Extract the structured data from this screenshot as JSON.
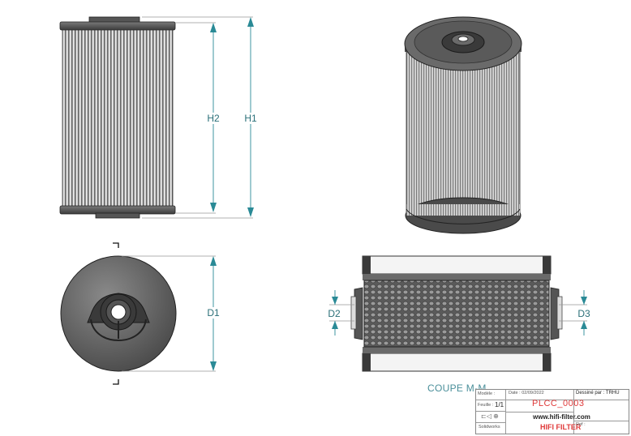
{
  "dimensions": {
    "h1": "H1",
    "h2": "H2",
    "d1": "D1",
    "d2": "D2",
    "d3": "D3"
  },
  "section_label": "COUPE M-M",
  "title_block": {
    "modele_label": "Modèle :",
    "date_label": "Date : 02/09/2022",
    "dessine_label": "Dessiné par : TRHU",
    "feuille_label": "Feuille :",
    "feuille_value": "1/1",
    "reference": "PLCC_0003",
    "website": "www.hifi-filter.com",
    "software": "Solidworks",
    "brand": "HIFI FILTER",
    "ref_label": "Ref :"
  },
  "colors": {
    "dimension": "#2a8a96",
    "brand_red": "#e03a3a",
    "filter_dark": "#555555",
    "filter_light": "#d8d8d8"
  }
}
